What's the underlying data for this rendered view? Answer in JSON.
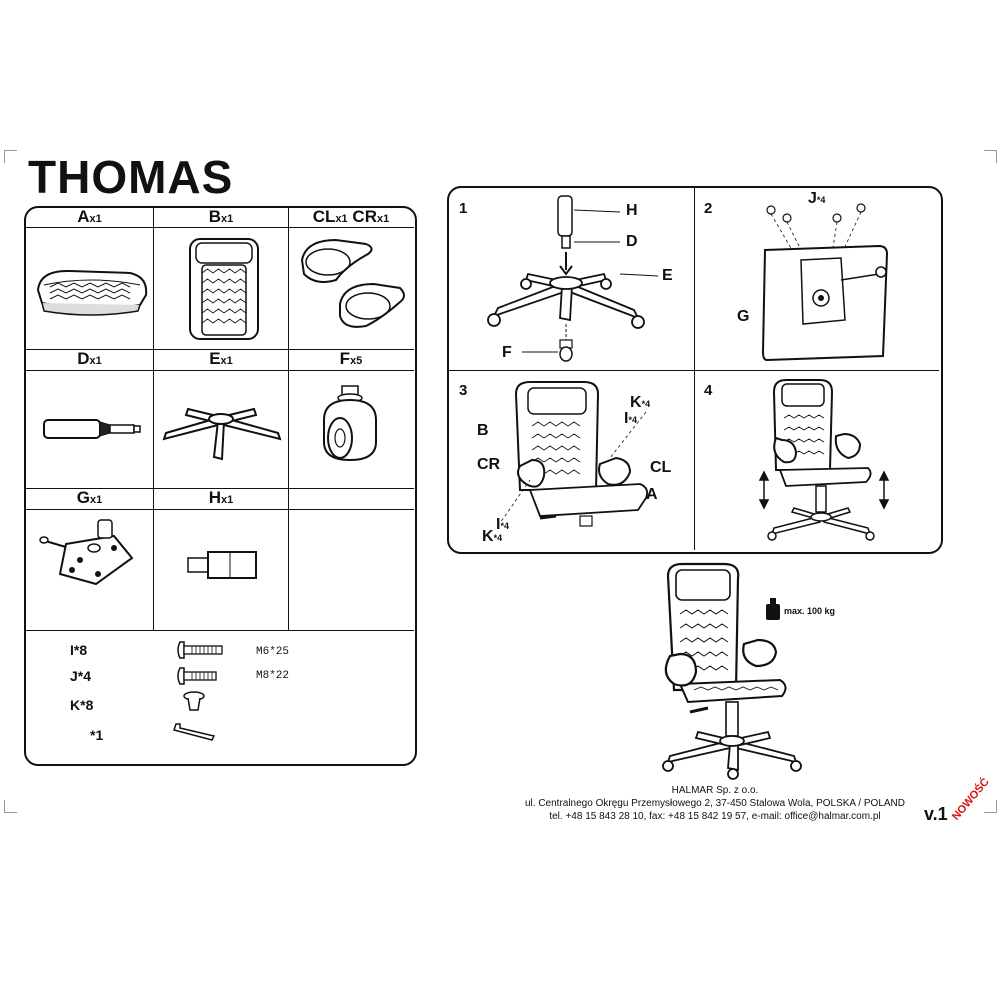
{
  "document": {
    "title": "THOMAS",
    "version": "v.1",
    "stamp": "NOWOŚĆ"
  },
  "parts": [
    {
      "letter": "A",
      "qty": "x1"
    },
    {
      "letter": "B",
      "qty": "x1"
    },
    {
      "letter": "CL",
      "qty": "x1",
      "letter2": "CR",
      "qty2": "x1"
    },
    {
      "letter": "D",
      "qty": "x1"
    },
    {
      "letter": "E",
      "qty": "x1"
    },
    {
      "letter": "F",
      "qty": "x5"
    },
    {
      "letter": "G",
      "qty": "x1"
    },
    {
      "letter": "H",
      "qty": "x1"
    }
  ],
  "hardware": [
    {
      "code": "I",
      "qty": "*8",
      "spec": "M6*25"
    },
    {
      "code": "J",
      "qty": "*4",
      "spec": "M8*22"
    },
    {
      "code": "K",
      "qty": "*8",
      "spec": ""
    },
    {
      "code": "",
      "qty": "*1",
      "spec": ""
    }
  ],
  "steps": [
    {
      "number": "1",
      "labels": [
        "H",
        "D",
        "E",
        "F"
      ]
    },
    {
      "number": "2",
      "labels": [
        "J",
        "G"
      ],
      "qty_label": "*4"
    },
    {
      "number": "3",
      "labels": [
        "B",
        "CR",
        "CL",
        "A",
        "K",
        "I",
        "I",
        "K"
      ],
      "qty_label": "*4"
    },
    {
      "number": "4"
    }
  ],
  "max_load": "max. 100 kg",
  "footer": {
    "company": "HALMAR Sp. z o.o.",
    "address": "ul. Centralnego Okręgu Przemysłowego 2, 37-450 Stalowa Wola, POLSKA / POLAND",
    "contact": "tel. +48 15 843 28 10, fax: +48 15 842 19 57, e-mail: office@halmar.com.pl"
  }
}
